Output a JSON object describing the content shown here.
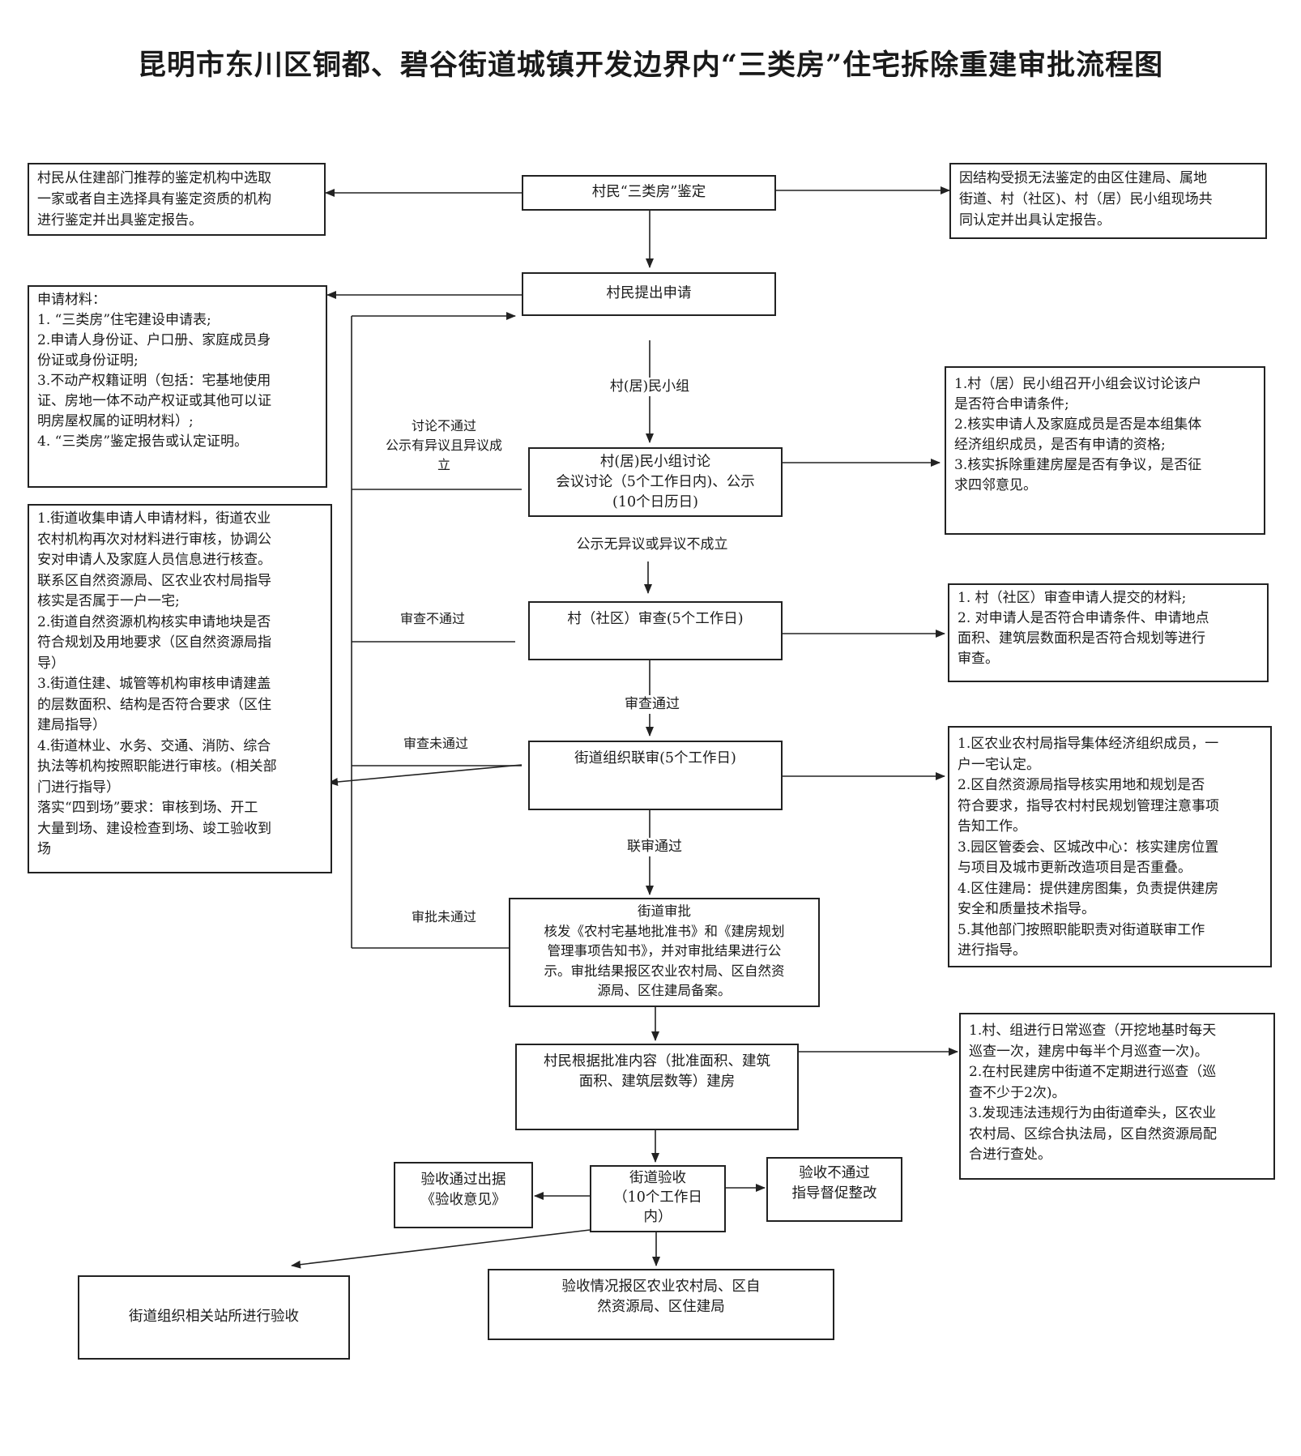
{
  "title": "昆明市东川区铜都、碧谷街道城镇开发边界内“三类房”住宅拆除重建审批流程图",
  "steps": {
    "s1": [
      "村民“三类房”鉴定"
    ],
    "s2": [
      "村民提出申请"
    ],
    "s3": [
      "村(居)民小组讨论",
      "会议讨论（5个工作日内)、公示",
      "(10个日历日)"
    ],
    "s4": [
      "村（社区）审查(5个工作日)"
    ],
    "s5": [
      "街道组织联审(5个工作日)"
    ],
    "s6": [
      "街道审批",
      "核发《农村宅基地批准书》和《建房规划",
      "管理事项告知书》，并对审批结果进行公",
      "示。审批结果报区农业农村局、区自然资",
      "源局、区住建局备案。"
    ],
    "s7": [
      "村民根据批准内容（批准面积、建筑",
      "面积、建筑层数等）建房"
    ],
    "s8": [
      "街道验收",
      "（10个工作日",
      "内）"
    ],
    "s9": [
      "验收情况报区农业农村局、区自",
      "然资源局、区住建局"
    ]
  },
  "notes": {
    "appraisal_left": [
      "村民从住建部门推荐的鉴定机构中选取",
      "一家或者自主选择具有鉴定资质的机构",
      "进行鉴定并出具鉴定报告。"
    ],
    "appraisal_right": [
      "因结构受损无法鉴定的由区住建局、属地",
      "街道、村（社区)、村（居）民小组现场共",
      "同认定并出具认定报告。"
    ],
    "materials": [
      "申请材料：",
      "1. “三类房”住宅建设申请表;",
      "2.申请人身份证、户口册、家庭成员身",
      "份证或身份证明;",
      "3.不动产权籍证明（包括：宅基地使用",
      "证、房地一体不动产权证或其他可以证",
      "明房屋权属的证明材料）;",
      "4. “三类房”鉴定报告或认定证明。"
    ],
    "group_right": [
      "1.村（居）民小组召开小组会议讨论该户",
      "是否符合申请条件;",
      "2.核实申请人及家庭成员是否是本组集体",
      "经济组织成员，是否有申请的资格;",
      "3.核实拆除重建房屋是否有争议，是否征",
      "求四邻意见。"
    ],
    "street_left": [
      "1.街道收集申请人申请材料，街道农业",
      "农村机构再次对材料进行审核，协调公",
      "安对申请人及家庭人员信息进行核查。",
      "联系区自然资源局、区农业农村局指导",
      "核实是否属于一户一宅;",
      "2.街道自然资源机构核实申请地块是否",
      "符合规划及用地要求（区自然资源局指",
      "导）",
      "3.街道住建、城管等机构审核申请建盖",
      "的层数面积、结构是否符合要求（区住",
      "建局指导）",
      "4.街道林业、水务、交通、消防、综合",
      "执法等机构按照职能进行审核。(相关部",
      "门进行指导）",
      "落实“四到场”要求：审核到场、开工",
      "大量到场、建设检查到场、竣工验收到",
      "场"
    ],
    "village_right": [
      "1. 村（社区）审查申请人提交的材料;",
      "2. 对申请人是否符合申请条件、申请地点",
      "面积、建筑层数面积是否符合规划等进行",
      "审查。"
    ],
    "joint_right": [
      "1.区农业农村局指导集体经济组织成员，一",
      "户一宅认定。",
      "2.区自然资源局指导核实用地和规划是否",
      "符合要求，指导农村村民规划管理注意事项",
      "告知工作。",
      "3.园区管委会、区城改中心：核实建房位置",
      "与项目及城市更新改造项目是否重叠。",
      "4.区住建局：提供建房图集，负责提供建房",
      "安全和质量技术指导。",
      "5.其他部门按照职能职责对街道联审工作",
      "进行指导。"
    ],
    "build_right": [
      "1.村、组进行日常巡查（开挖地基时每天",
      "巡查一次，建房中每半个月巡查一次)。",
      "2.在村民建房中街道不定期进行巡查（巡",
      "查不少于2次)。",
      "3.发现违法违规行为由街道牵头，区农业",
      "农村局、区综合执法局，区自然资源局配",
      "合进行查处。"
    ],
    "pass_left": [
      "验收通过出据",
      "《验收意见》"
    ],
    "fail_right": [
      "验收不通过",
      "指导督促整改"
    ],
    "station": [
      "街道组织相关站所进行验收"
    ]
  },
  "labels": {
    "group": "村(居)民小组",
    "discuss_fail": [
      "讨论不通过",
      "公示有异议且异议成",
      "立"
    ],
    "publicity_ok": "公示无异议或异议不成立",
    "review_fail": "审查不通过",
    "review_pass": "审查通过",
    "joint_fail": "审查未通过",
    "joint_pass": "联审通过",
    "approve_fail": "审批未通过"
  }
}
